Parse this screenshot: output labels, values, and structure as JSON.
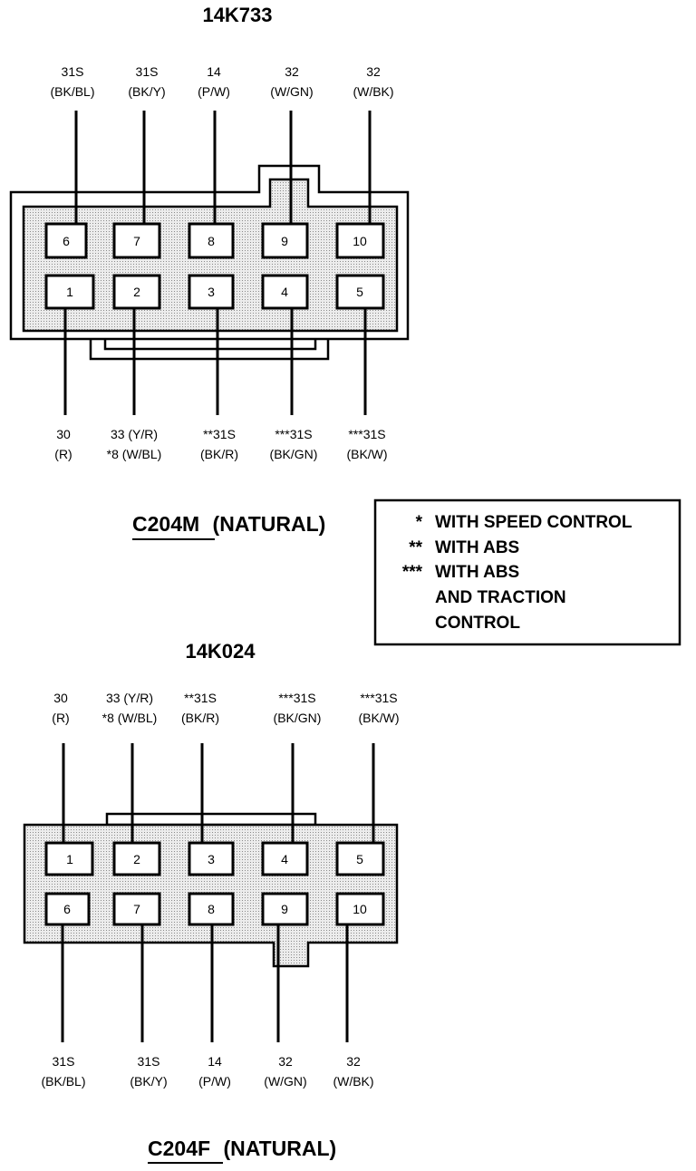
{
  "top_connector": {
    "part_number": "14K733",
    "name": "C204M",
    "color_note": "(NATURAL)",
    "top_wires": [
      {
        "circuit": "31S",
        "color": "(BK/BL)",
        "pin": "6"
      },
      {
        "circuit": "31S",
        "color": "(BK/Y)",
        "pin": "7"
      },
      {
        "circuit": "14",
        "color": "(P/W)",
        "pin": "8"
      },
      {
        "circuit": "32",
        "color": "(W/GN)",
        "pin": "9"
      },
      {
        "circuit": "32",
        "color": "(W/BK)",
        "pin": "10"
      }
    ],
    "bottom_wires": [
      {
        "circuit": "30",
        "color": "(R)",
        "pin": "1"
      },
      {
        "circuit": "33 (Y/R)",
        "color": "*8 (W/BL)",
        "pin": "2"
      },
      {
        "circuit": "**31S",
        "color": "(BK/R)",
        "pin": "3"
      },
      {
        "circuit": "***31S",
        "color": "(BK/GN)",
        "pin": "4"
      },
      {
        "circuit": "***31S",
        "color": "(BK/W)",
        "pin": "5"
      }
    ]
  },
  "bottom_connector": {
    "part_number": "14K024",
    "name": "C204F",
    "color_note": "(NATURAL)",
    "top_wires": [
      {
        "circuit": "30",
        "color": "(R)",
        "pin": "1"
      },
      {
        "circuit": "33 (Y/R)",
        "color": "*8 (W/BL)",
        "pin": "2"
      },
      {
        "circuit": "**31S",
        "color": "(BK/R)",
        "pin": "3"
      },
      {
        "circuit": "***31S",
        "color": "(BK/GN)",
        "pin": "4"
      },
      {
        "circuit": "***31S",
        "color": "(BK/W)",
        "pin": "5"
      }
    ],
    "bottom_wires": [
      {
        "circuit": "31S",
        "color": "(BK/BL)",
        "pin": "6"
      },
      {
        "circuit": "31S",
        "color": "(BK/Y)",
        "pin": "7"
      },
      {
        "circuit": "14",
        "color": "(P/W)",
        "pin": "8"
      },
      {
        "circuit": "32",
        "color": "(W/GN)",
        "pin": "9"
      },
      {
        "circuit": "32",
        "color": "(W/BK)",
        "pin": "10"
      }
    ]
  },
  "legend": [
    {
      "symbol": "*",
      "text": "WITH SPEED CONTROL"
    },
    {
      "symbol": "**",
      "text": "WITH ABS"
    },
    {
      "symbol": "***",
      "text": "WITH ABS"
    },
    {
      "symbol": "",
      "text": "AND TRACTION"
    },
    {
      "symbol": "",
      "text": "CONTROL"
    }
  ]
}
